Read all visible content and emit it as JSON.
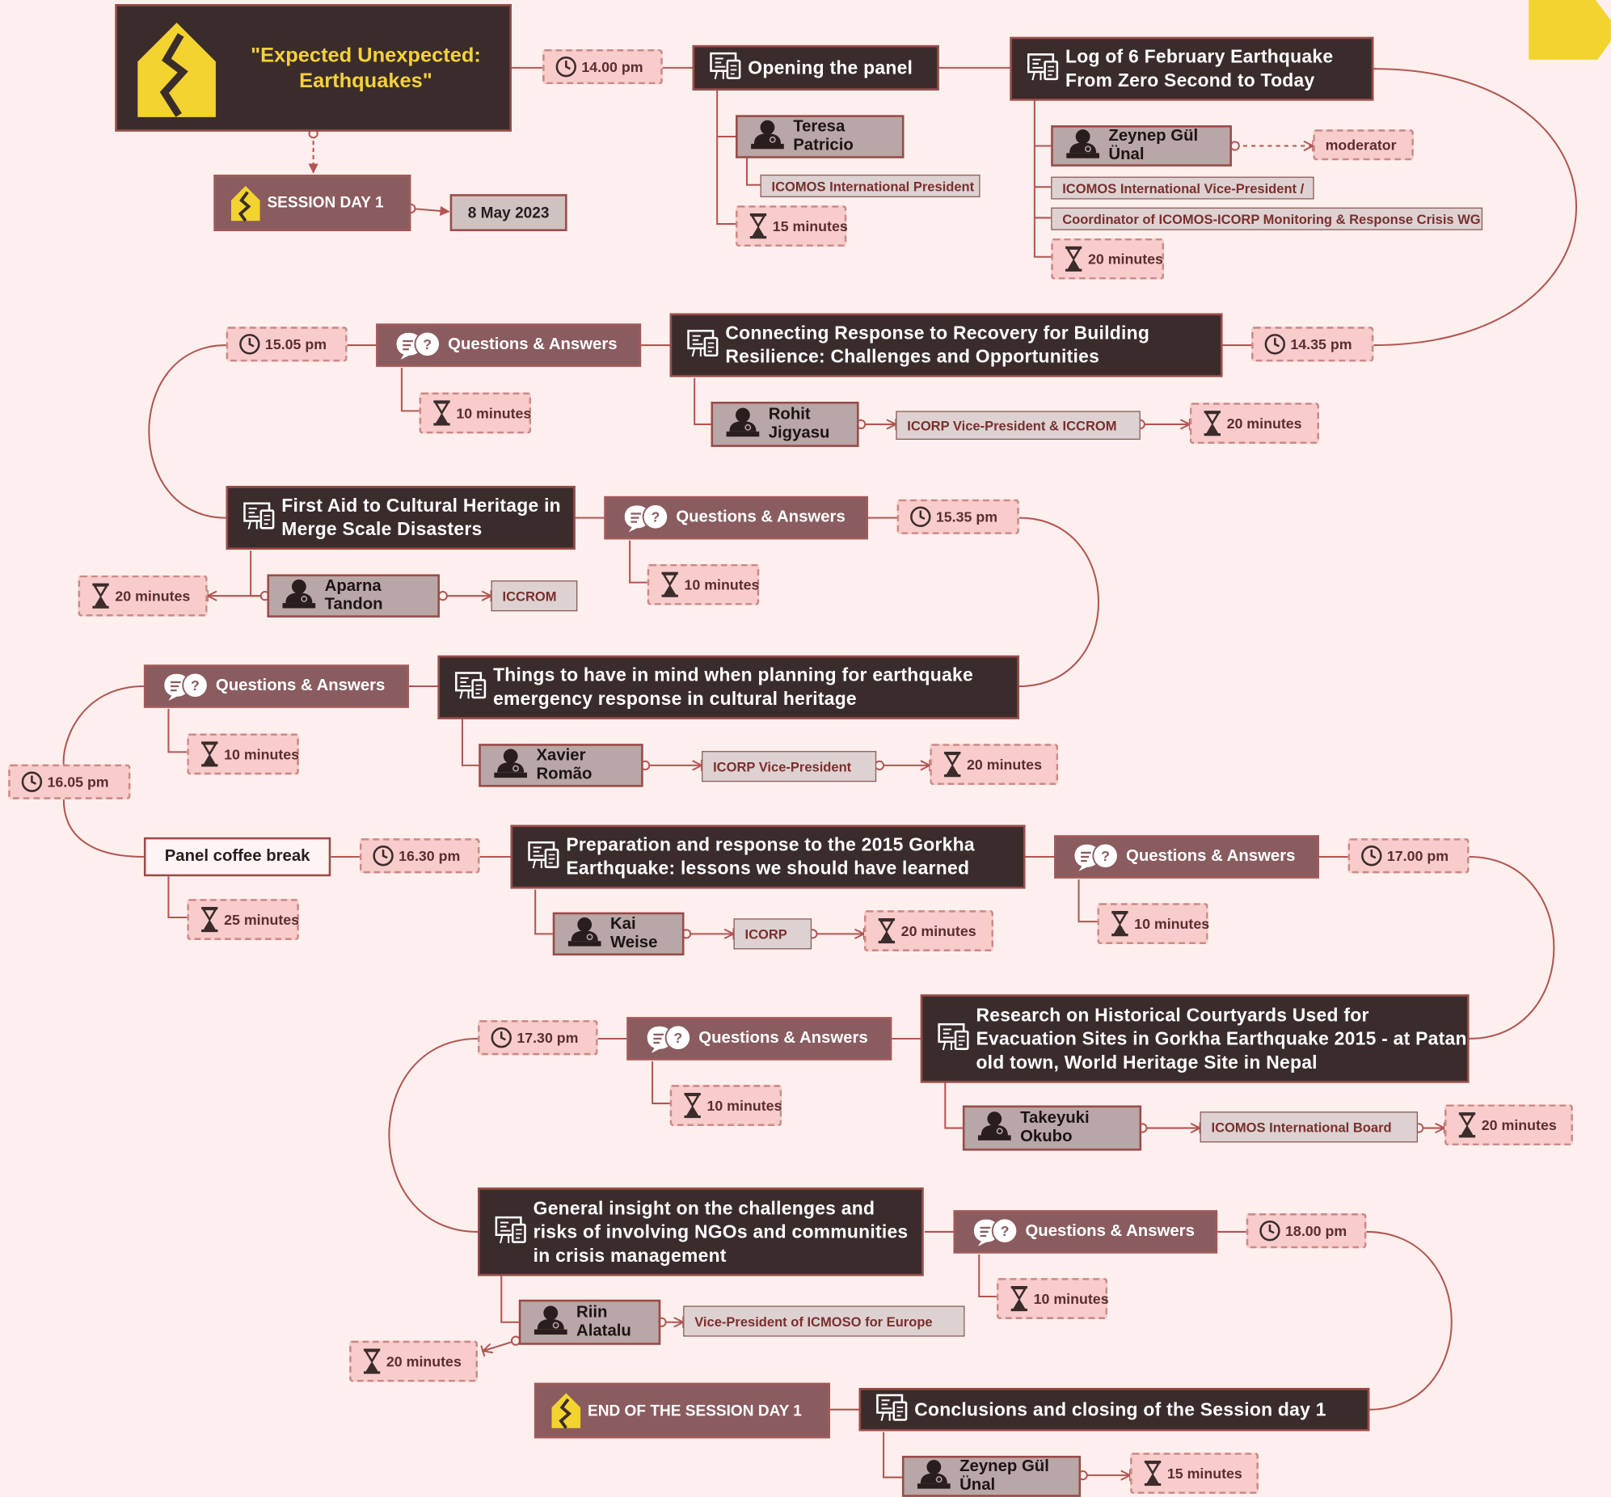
{
  "header": {
    "title": "\"Expected Unexpected: Earthquakes\""
  },
  "session": {
    "label": "SESSION DAY 1",
    "date": "8 May 2023",
    "end_label": "END OF THE SESSION DAY 1"
  },
  "talks": [
    {
      "title": "Opening the panel",
      "time": "14.00 pm",
      "speaker": "Teresa Patricio",
      "roles": [
        "ICOMOS International President"
      ],
      "duration": "15 minutes"
    },
    {
      "title": "Log of 6 February Earthquake From Zero Second to Today",
      "speaker": "Zeynep Gül Ünal",
      "tag": "moderator",
      "roles": [
        "ICOMOS International Vice-President /",
        "Coordinator of ICOMOS-ICORP Monitoring & Response Crisis WG"
      ],
      "duration": "20 minutes"
    },
    {
      "title": "Connecting Response to Recovery for Building Resilience: Challenges and Opportunities",
      "time": "14.35 pm",
      "speaker": "Rohit Jigyasu",
      "roles": [
        "ICORP Vice-President & ICCROM"
      ],
      "duration": "20 minutes"
    },
    {
      "title": "First Aid to Cultural Heritage in Merge Scale Disasters",
      "time": "15.05 pm",
      "speaker": "Aparna Tandon",
      "roles": [
        "ICCROM"
      ],
      "duration": "20 minutes"
    },
    {
      "title": "Things to have in mind when planning for earthquake emergency response in cultural heritage",
      "time": "15.35 pm",
      "speaker": "Xavier Romão",
      "roles": [
        "ICORP Vice-President"
      ],
      "duration": "20 minutes"
    },
    {
      "title": "Preparation and response to the 2015 Gorkha Earthquake: lessons we should have learned",
      "time": "16.30 pm",
      "speaker": "Kai Weise",
      "roles": [
        "ICORP"
      ],
      "duration": "20 minutes"
    },
    {
      "title": "Research on Historical Courtyards Used for Evacuation Sites in Gorkha Earthquake 2015 - at Patan old town, World Heritage Site in Nepal",
      "time": "17.00 pm",
      "speaker": "Takeyuki Okubo",
      "roles": [
        "ICOMOS International Board"
      ],
      "duration": "20 minutes"
    },
    {
      "title": "General insight on the challenges and risks of involving NGOs and communities in crisis management",
      "time": "17.30 pm",
      "speaker": "Riin Alatalu",
      "roles": [
        "Vice-President of ICMOSO for Europe"
      ],
      "duration": "20 minutes"
    },
    {
      "title": "Conclusions and closing of the Session day 1",
      "time": "18.00 pm",
      "speaker": "Zeynep Gül Ünal",
      "roles": [],
      "duration": "15 minutes"
    }
  ],
  "qa": {
    "label": "Questions & Answers",
    "duration": "10 minutes",
    "times": [
      "15.05 pm",
      "15.35 pm",
      "16.05 pm",
      "17.00 pm",
      "17.30 pm",
      "18.00 pm"
    ]
  },
  "coffee": {
    "label": "Panel coffee break",
    "time": "16.05 pm",
    "duration": "25 minutes"
  },
  "colors": {
    "background": "#fcefed",
    "dark_box": "#3b2c2c",
    "accent_line": "#9b4b49",
    "qa_box": "#8a5c5f",
    "tag_fill": "#f8cccb",
    "title_yellow": "#f5d13a",
    "logo_yellow": "#f2d330"
  },
  "icons": [
    "clock-icon",
    "hourglass-icon",
    "presentation-icon",
    "qa-bubble-icon",
    "speaker-icon",
    "earthquake-house-icon"
  ]
}
